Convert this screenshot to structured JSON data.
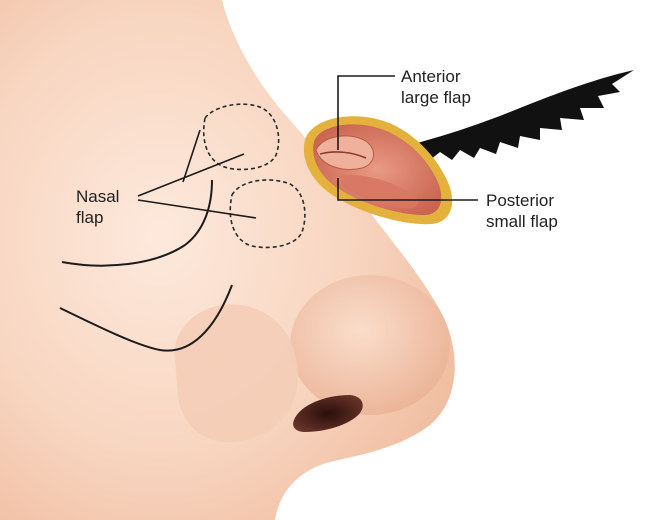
{
  "labels": {
    "nasal_flap": {
      "line1": "Nasal",
      "line2": "flap"
    },
    "anterior_large_flap": {
      "line1": "Anterior",
      "line2": "large flap"
    },
    "posterior_small_flap": {
      "line1": "Posterior",
      "line2": "small flap"
    }
  },
  "colors": {
    "skin_light": "#fbe3d4",
    "skin_mid": "#f4c7ad",
    "skin_shadow": "#e2a88a",
    "flap_border": "#e3b13c",
    "flap_tissue": "#d9826f",
    "nostril": "#3a1c17",
    "eyelashes": "#111111",
    "line": "#1c1c1c"
  }
}
